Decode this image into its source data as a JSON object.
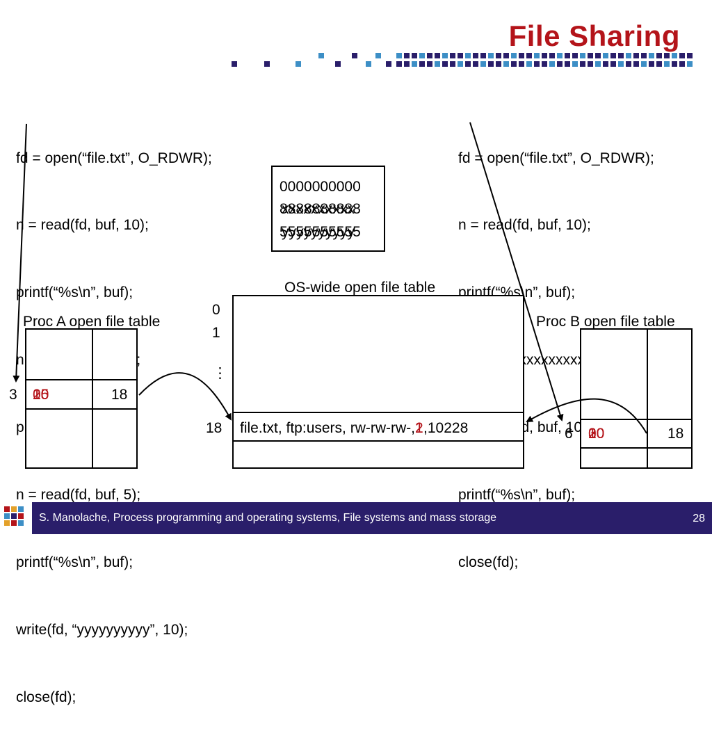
{
  "slide": {
    "title": "File Sharing",
    "footer": "S. Manolache, Process programming and operating systems, File systems and mass storage",
    "page_number": "28"
  },
  "colors": {
    "title": "#b4141a",
    "footer_bg": "#2a1e6a",
    "decor_dark": "#2a1e6a",
    "decor_light": "#3d8fc6",
    "entry_red": "#b4141a"
  },
  "proc_a_code": [
    "fd = open(“file.txt”, O_RDWR);",
    "n = read(fd, buf, 10);",
    "printf(“%s\\n”, buf);",
    "n = read(fd, buf, 5);",
    "printf(“%s\\n”, buf);",
    "n = read(fd, buf, 5);",
    "printf(“%s\\n”, buf);",
    "write(fd, “yyyyyyyyyy”, 10);",
    "close(fd);"
  ],
  "proc_b_code": [
    "fd = open(“file.txt”, O_RDWR);",
    "n = read(fd, buf, 10);",
    "printf(“%s\\n”, buf);",
    "write(fd, “xxxxxxxxxx”, 10);",
    "n = read(fd, buf, 10);",
    "printf(“%s\\n”, buf);",
    "close(fd);"
  ],
  "file_contents": {
    "line1": "0000000000",
    "line2_layers": [
      "8888888888",
      "xxxxxxxxxx"
    ],
    "line3_layers": [
      "5555555555",
      "yyyyyyyyyy"
    ]
  },
  "os_table": {
    "label": "OS-wide open file table",
    "index_0": "0",
    "index_1": "1",
    "ellipsis": "⋮",
    "index_18": "18",
    "entry_text": "file.txt, ftp:users, rw-rw-rw-,",
    "entry_refcount_layers": [
      "2",
      "1"
    ],
    "entry_suffix": ",10228"
  },
  "proc_a_table": {
    "label": "Proc A open file table",
    "fd_index": "3",
    "offset_layers": [
      "0",
      "10",
      "15",
      "20"
    ],
    "pointer": "18"
  },
  "proc_b_table": {
    "label": "Proc B open file table",
    "fd_index": "6",
    "offset_layers": [
      "0",
      "10",
      "20",
      "30"
    ],
    "pointer": "18"
  }
}
